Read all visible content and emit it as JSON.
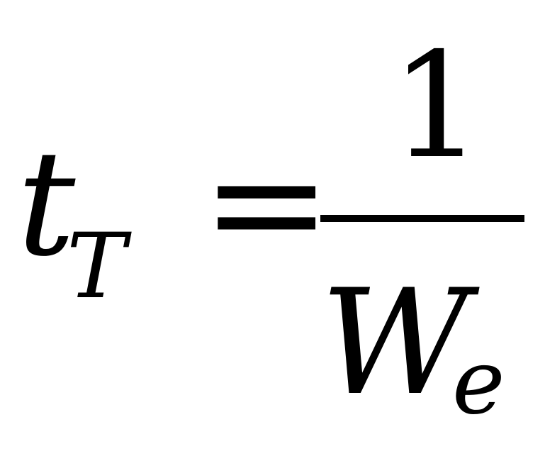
{
  "equation": {
    "lhs_symbol": "t",
    "lhs_subscript": "T",
    "relation": "=",
    "numerator": "1",
    "denominator_symbol": "W",
    "denominator_subscript": "e"
  }
}
